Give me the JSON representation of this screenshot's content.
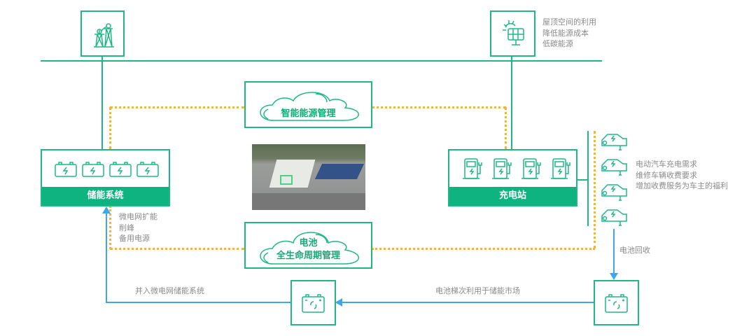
{
  "grid": {
    "icon": "power-tower-icon"
  },
  "solar": {
    "icon": "solar-panel-icon",
    "notes": [
      "屋顶空间的利用",
      "降低能源成本",
      "低碳能源"
    ]
  },
  "energy_mgmt": {
    "label": "智能能源管理"
  },
  "storage": {
    "label": "储能系统",
    "notes": [
      "微电网扩能",
      "削峰",
      "备用电源"
    ]
  },
  "charging": {
    "label": "充电站",
    "notes": [
      "电动汽车充电需求",
      "维修车辆收费要求",
      "增加收费服务为车主的福利"
    ]
  },
  "battery_mgmt": {
    "line1": "电池",
    "line2": "全生命周期管理"
  },
  "flows": {
    "recycle": "电池回收",
    "cascade": "电池梯次利用于储能市场",
    "microgrid": "并入微电网储能系统"
  },
  "colors": {
    "green": "#1fb885",
    "orange": "#f2b632",
    "blue": "#3fa6e8"
  }
}
